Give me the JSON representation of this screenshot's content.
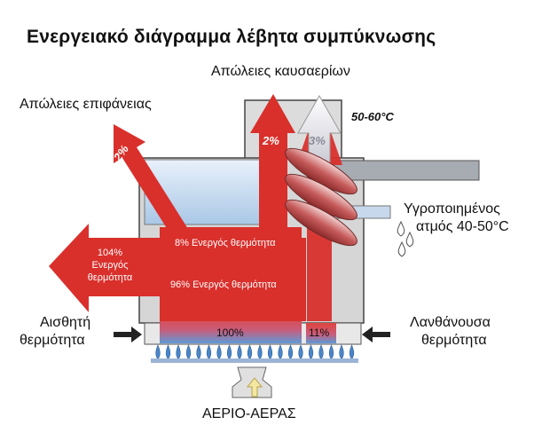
{
  "title": "Ενεργειακό διάγραμμα λέβητα συμπύκνωσης",
  "labels": {
    "flue_loss": "Απώλειες καυσαερίων",
    "surface_loss": "Απώλειες επιφάνειας",
    "flue_temp": "50-60°C",
    "vapor_line1": "Υγροποιημένος",
    "vapor_line2": "ατμός 40-50°C",
    "sensible_line1": "Αισθητή",
    "sensible_line2": "θερμότητα",
    "latent_line1": "Λανθάνουσα",
    "latent_line2": "θερμότητα",
    "gas_air": "ΑΕΡΙΟ-ΑΕΡΑΣ"
  },
  "flows": {
    "surface_pct": "2%",
    "flue_pct": "2%",
    "vapor_pct": "3%",
    "active_8": "8% Ενεργός θερμότητα",
    "active_96": "96% Ενεργός θερμότητα",
    "input_100": "100%",
    "latent_11": "11%",
    "output_line1": "104%",
    "output_line2": "Ενεργός",
    "output_line3": "θερμότητα"
  },
  "colors": {
    "heat_red": "#d8322c",
    "boiler_grey": "#d9d9d9",
    "pipe_grey": "#a3a7ad",
    "water_blue": "#bfd6ee",
    "flame_blue": "#4a86c8"
  }
}
